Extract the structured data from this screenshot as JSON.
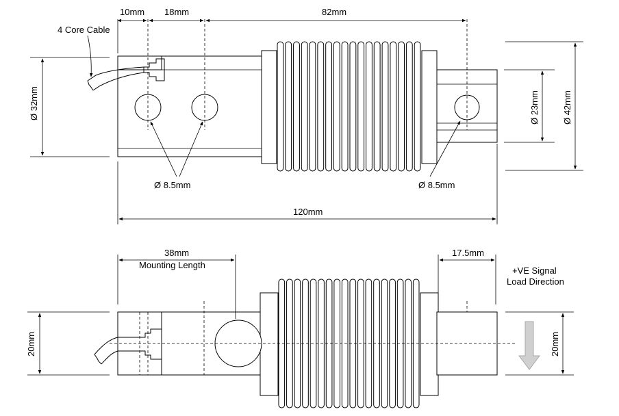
{
  "labels": {
    "dim_10": "10mm",
    "dim_18": "18mm",
    "dim_82": "82mm",
    "cable": "4 Core Cable",
    "dia_32": "Ø 32mm",
    "dia_23": "Ø 23mm",
    "dia_42": "Ø 42mm",
    "hole_left": "Ø 8.5mm",
    "hole_right": "Ø 8.5mm",
    "dim_120": "120mm",
    "dim_38": "38mm",
    "mounting": "Mounting Length",
    "dim_175": "17.5mm",
    "signal": "+VE Signal",
    "load_dir": "Load Direction",
    "h_left": "20mm",
    "h_right": "20mm"
  },
  "colors": {
    "line": "#000000",
    "arrow_fill": "#d0d0d0",
    "arrow_stroke": "#a8a8a8"
  }
}
